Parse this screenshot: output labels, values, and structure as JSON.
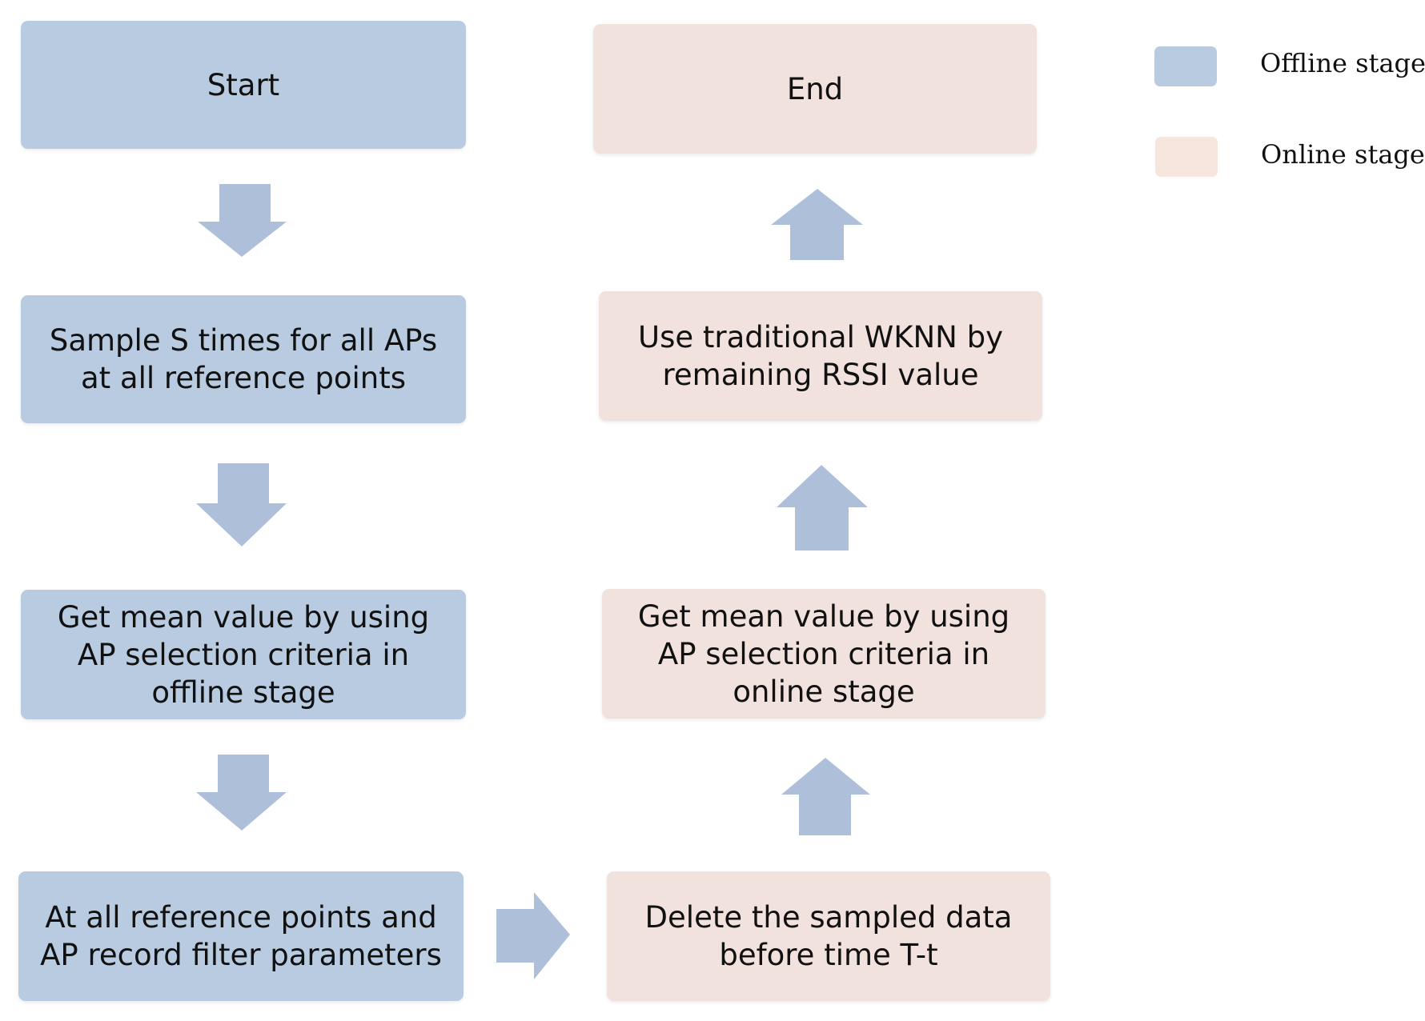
{
  "colors": {
    "offline_fill": "#b9cbe1",
    "online_fill": "#f1e2dd",
    "arrow_fill": "#aebfd9"
  },
  "offline": {
    "start": "Start",
    "sample": "Sample S times for all APs at all reference points",
    "mean": "Get mean value by using AP selection criteria in offline stage",
    "record": "At all reference points and AP record filter parameters"
  },
  "online": {
    "end": "End",
    "wknn": "Use traditional WKNN by remaining RSSI value",
    "mean": "Get mean value by using AP selection criteria in online stage",
    "delete": "Delete the sampled data before time T-t"
  },
  "legend": {
    "offline_label": "Offline stage",
    "online_label": "Online stage"
  }
}
